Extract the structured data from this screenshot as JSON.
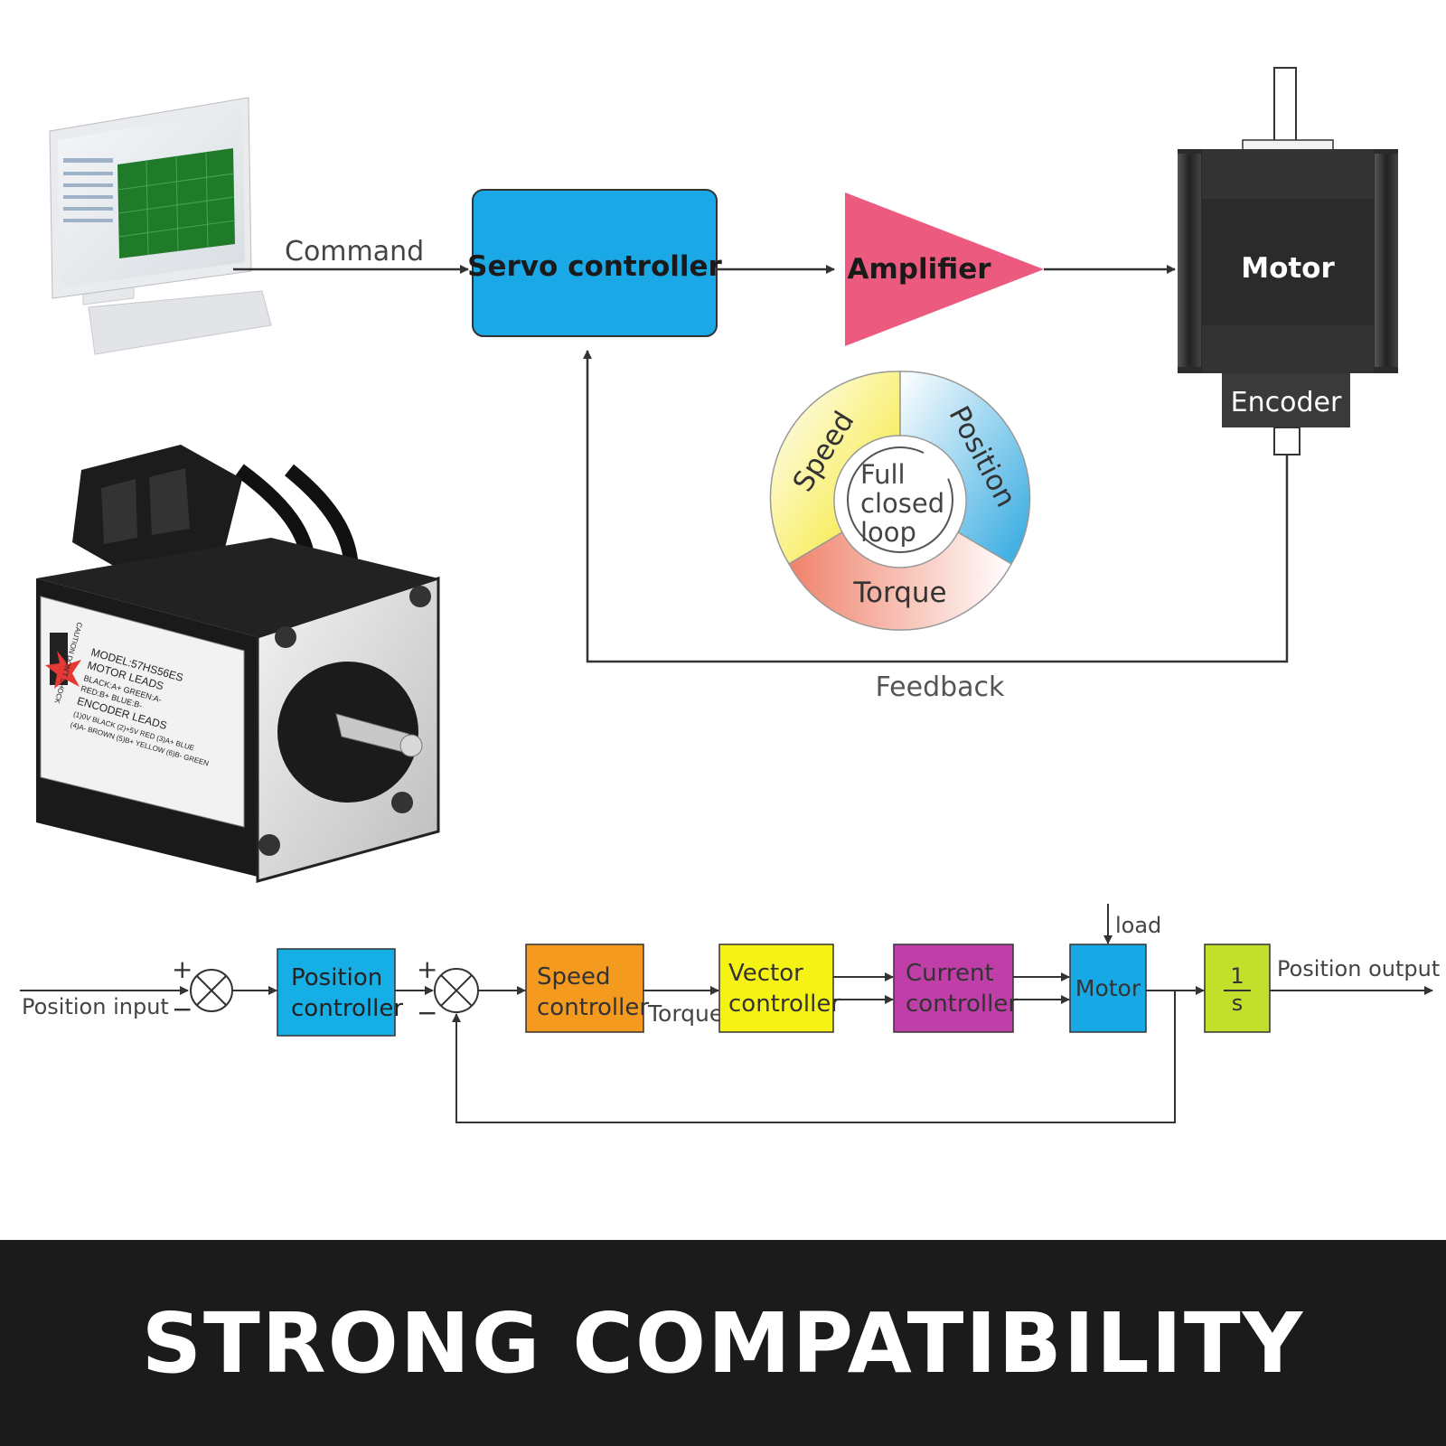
{
  "top_diagram": {
    "command_label": "Command",
    "servo_controller_label": "Servo controller",
    "amplifier_label": "Amplifier",
    "motor_label": "Motor",
    "encoder_label": "Encoder",
    "feedback_label": "Feedback",
    "loop_wheel": {
      "center_text_lines": [
        "Full",
        "closed",
        "loop"
      ],
      "segments": [
        "Speed",
        "Position",
        "Torque"
      ]
    }
  },
  "product_label": {
    "lines": [
      "MODEL:57HS56ES",
      "MOTOR LEADS",
      "BLACK:A+   GREEN:A-",
      "RED:B+   BLUE:B-",
      "ENCODER LEADS",
      "(1)0V BLACK  (2)+5V RED  (3)A+ BLUE",
      "(4)A- BROWN  (5)B+ YELLOW  (6)B- GREEN"
    ],
    "caution_text": "CAUTION DON'T SHOCK"
  },
  "block_diagram": {
    "position_input": "Position input",
    "position_controller_lines": [
      "Position",
      "controller"
    ],
    "speed_controller_lines": [
      "Speed",
      "controller"
    ],
    "torque_label": "Torque",
    "vector_controller_lines": [
      "Vector",
      "controller"
    ],
    "current_controller_lines": [
      "Current",
      "controller"
    ],
    "motor_label": "Motor",
    "load_label": "load",
    "integrator_num": "1",
    "integrator_den": "s",
    "position_output": "Position output",
    "plus_sign": "+",
    "minus_sign": "−"
  },
  "banner": {
    "text": "STRONG COMPATIBILITY"
  },
  "colors": {
    "servo_controller": "#1aa8e6",
    "amplifier": "#ec5b7f",
    "motor_body": "#2b2b2b",
    "speed_segment": "#f5e61e",
    "position_segment": "#2fa8e0",
    "torque_segment": "#f0826a",
    "position_controller": "#15aee5",
    "speed_controller": "#f39a1f",
    "vector_controller": "#f6f213",
    "current_controller": "#bf3ea8",
    "motor_block": "#17a9e6",
    "integrator": "#c2e02b",
    "banner_bg": "#1b1b1b"
  }
}
